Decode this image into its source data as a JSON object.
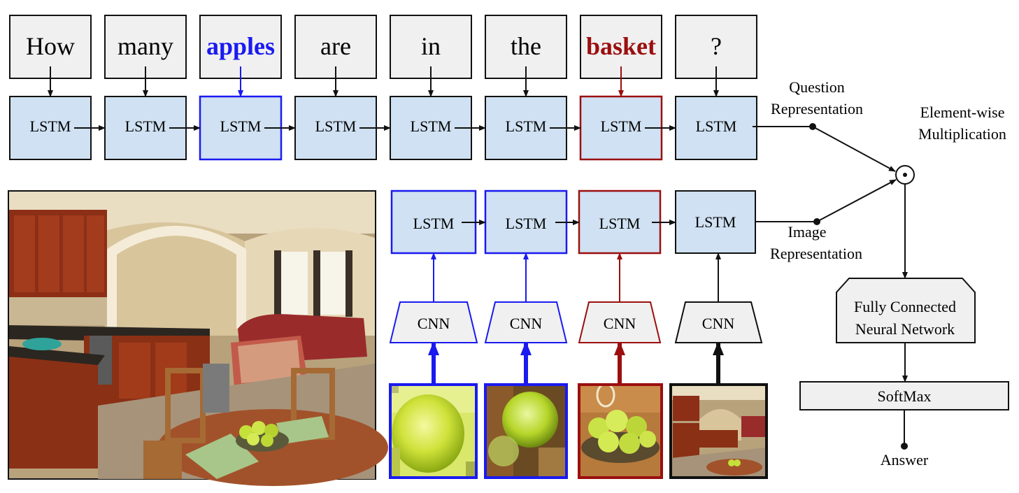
{
  "colors": {
    "box_fill": "#f0f0f0",
    "lstm_fill": "#cfe1f2",
    "black": "#111111",
    "blue": "#1a1af0",
    "red": "#9b0f0f"
  },
  "question": {
    "words": [
      {
        "text": "How",
        "color": "black",
        "bold": false
      },
      {
        "text": "many",
        "color": "black",
        "bold": false
      },
      {
        "text": "apples",
        "color": "blue",
        "bold": true
      },
      {
        "text": "are",
        "color": "black",
        "bold": false
      },
      {
        "text": "in",
        "color": "black",
        "bold": false
      },
      {
        "text": "the",
        "color": "black",
        "bold": false
      },
      {
        "text": "basket",
        "color": "red",
        "bold": true
      },
      {
        "text": "?",
        "color": "black",
        "bold": false
      }
    ],
    "lstm_label": "LSTM"
  },
  "image_branch": {
    "lstm_label": "LSTM",
    "cnn_label": "CNN",
    "patches": [
      {
        "color": "blue",
        "icon": "apple-closeup-patch"
      },
      {
        "color": "blue",
        "icon": "apple-closeup-patch"
      },
      {
        "color": "red",
        "icon": "fruit-basket-patch"
      },
      {
        "color": "black",
        "icon": "kitchen-thumbnail"
      }
    ]
  },
  "photo": {
    "icon": "kitchen-photo"
  },
  "labels": {
    "question_rep_1": "Question",
    "question_rep_2": "Representation",
    "image_rep_1": "Image",
    "image_rep_2": "Representation",
    "ew_1": "Element-wise",
    "ew_2": "Multiplication",
    "multiply_symbol": "⊙",
    "fc_1": "Fully Connected",
    "fc_2": "Neural Network",
    "softmax": "SoftMax",
    "answer": "Answer"
  }
}
